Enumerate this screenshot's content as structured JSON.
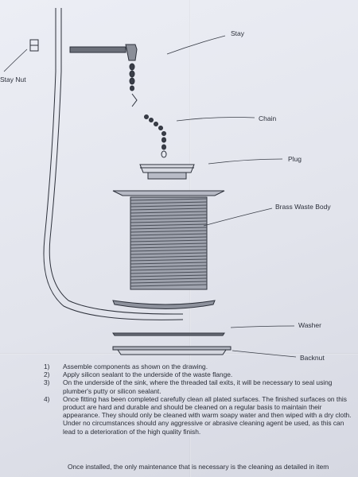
{
  "labels": {
    "stay": "Stay",
    "stay_nut": "Stay Nut",
    "chain": "Chain",
    "plug": "Plug",
    "brass_waste_body": "Brass Waste Body",
    "washer": "Washer",
    "backnut": "Backnut"
  },
  "instructions": [
    {
      "num": "1)",
      "text": "Assemble components as shown on the drawing."
    },
    {
      "num": "2)",
      "text": "Apply silicon sealant to the underside of the waste flange."
    },
    {
      "num": "3)",
      "text": "On the underside of the sink, where the threaded tail exits, it will be necessary to seal using plumber's putty or silicon sealant."
    },
    {
      "num": "4)",
      "text": "Once fitting has been completed carefully clean all plated surfaces. The finished surfaces on this product are hard and durable and should be cleaned on a regular basis to maintain their appearance. They should only be cleaned with warm soapy water and then wiped with a dry cloth. Under no circumstances should any aggressive or abrasive cleaning agent be used, as this can lead to a deterioration of the high quality finish."
    }
  ],
  "footer_note": "Once installed, the only maintenance that is necessary is the cleaning as detailed in item"
}
